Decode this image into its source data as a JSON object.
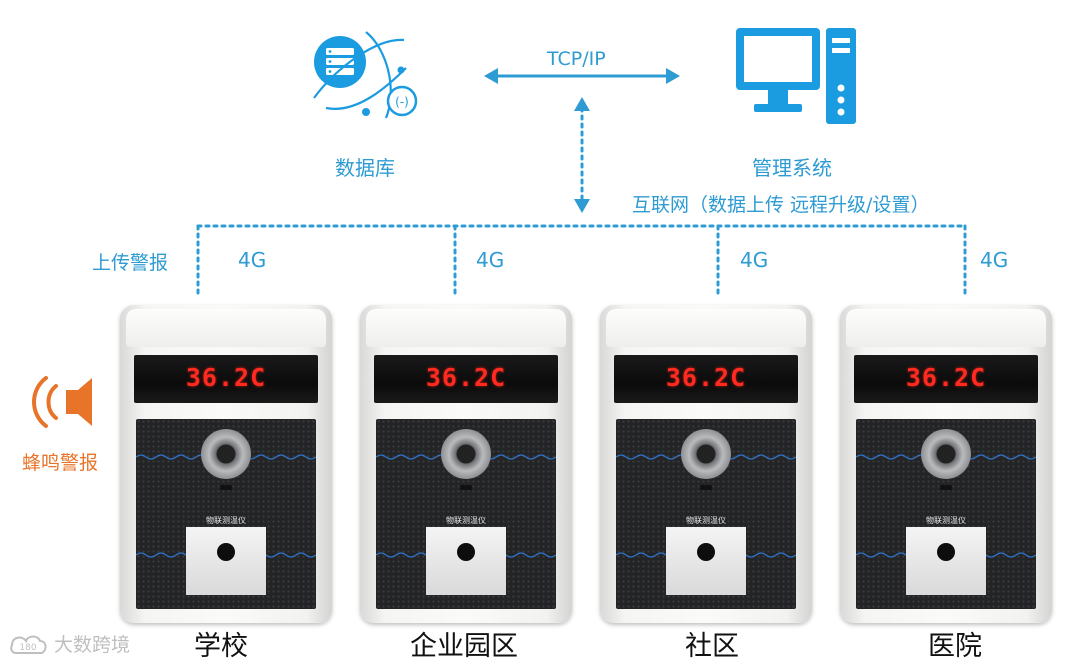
{
  "title_labels": {
    "protocol": "TCP/IP",
    "database": "数据库",
    "management": "管理系统",
    "internet": "互联网（数据上传 远程升级/设置）",
    "upload_alarm": "上传警报",
    "buzzer_alarm": "蜂鸣警报"
  },
  "network_label": "4G",
  "devices": [
    {
      "place": "学校",
      "temperature": "36.2C",
      "badge": "物联测温仪"
    },
    {
      "place": "企业园区",
      "temperature": "36.2C",
      "badge": "物联测温仪"
    },
    {
      "place": "社区",
      "temperature": "36.2C",
      "badge": "物联测温仪"
    },
    {
      "place": "医院",
      "temperature": "36.2C",
      "badge": "物联测温仪"
    }
  ],
  "watermark": "大数跨境",
  "colors": {
    "accent_blue": "#2e9bd3",
    "icon_blue": "#1b9be0",
    "alarm_orange": "#e8742a",
    "display_red": "#ff2a20"
  },
  "icons": [
    "database-icon",
    "computer-icon",
    "speaker-alarm-icon"
  ]
}
